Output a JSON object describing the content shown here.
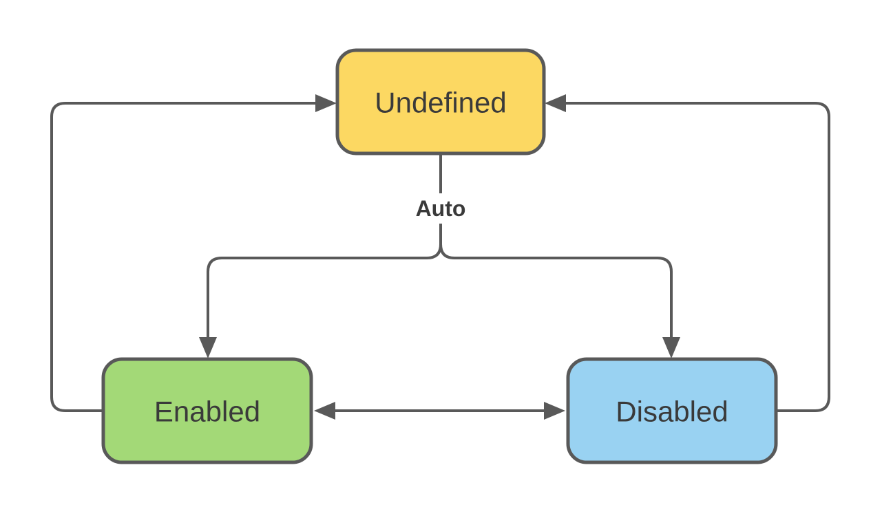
{
  "diagram": {
    "type": "state-machine",
    "background": "#FFFFFF",
    "stroke_color": "#595959",
    "text_color": "#3A3A3A",
    "label_background": "#FFFFFF",
    "nodes": [
      {
        "id": "undefined",
        "label": "Undefined",
        "fill": "#FCD862",
        "shape": "rounded-rectangle"
      },
      {
        "id": "enabled",
        "label": "Enabled",
        "fill": "#A3D977",
        "shape": "rounded-rectangle"
      },
      {
        "id": "disabled",
        "label": "Disabled",
        "fill": "#99D2F2",
        "shape": "rounded-rectangle"
      }
    ],
    "edges": [
      {
        "from": "undefined",
        "to": "enabled",
        "label": "Auto"
      },
      {
        "from": "undefined",
        "to": "disabled",
        "label": "Auto"
      },
      {
        "from": "enabled",
        "to": "undefined",
        "label": ""
      },
      {
        "from": "disabled",
        "to": "undefined",
        "label": ""
      },
      {
        "from": "enabled",
        "to": "disabled",
        "label": "",
        "bidirectional": true
      }
    ]
  }
}
